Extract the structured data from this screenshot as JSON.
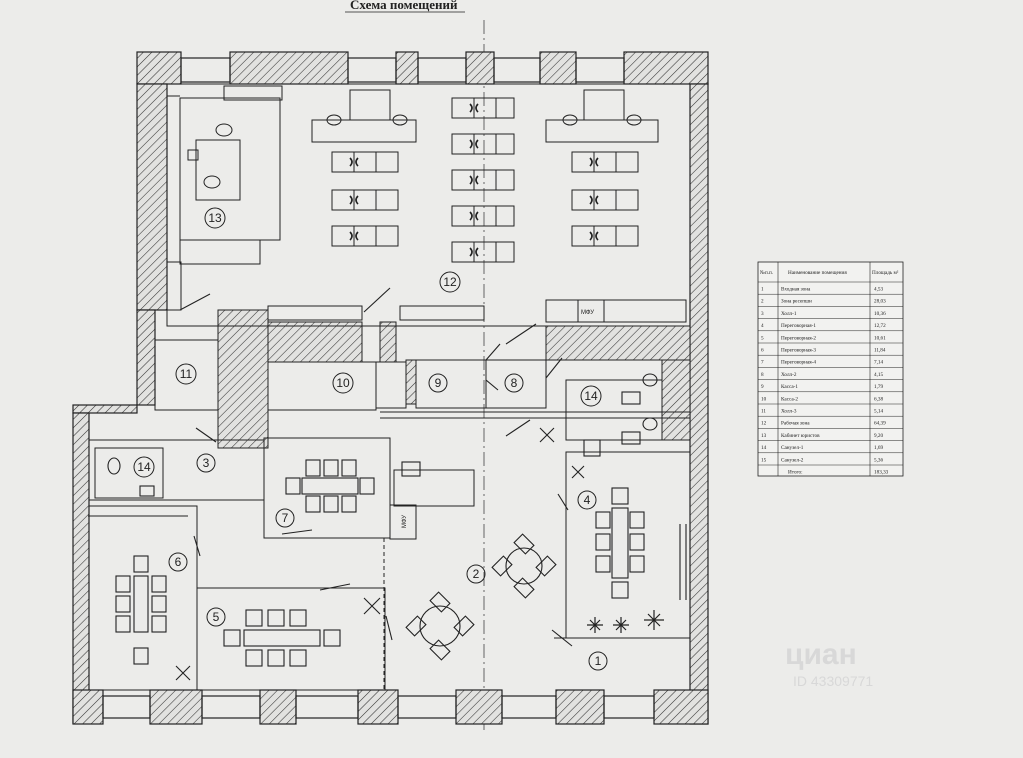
{
  "plan": {
    "title": "Схема помещений",
    "mfu_top": "МФУ",
    "mfu_side": "МФУ",
    "room_numbers": [
      "1",
      "2",
      "3",
      "4",
      "5",
      "6",
      "7",
      "8",
      "9",
      "10",
      "11",
      "12",
      "13",
      "14",
      "14"
    ]
  },
  "legend_table": {
    "headers": {
      "num": "№п.п.",
      "name": "Наименование помещения",
      "area": "Площадь м²"
    },
    "rows": [
      {
        "num": "1",
        "name": "Входная зона",
        "area": "4,53"
      },
      {
        "num": "2",
        "name": "Зона ресепшн",
        "area": "28,03"
      },
      {
        "num": "3",
        "name": "Холл-1",
        "area": "10,36"
      },
      {
        "num": "4",
        "name": "Переговорная-1",
        "area": "12,72"
      },
      {
        "num": "5",
        "name": "Переговорная-2",
        "area": "10,61"
      },
      {
        "num": "6",
        "name": "Переговорная-3",
        "area": "11,84"
      },
      {
        "num": "7",
        "name": "Переговорная-4",
        "area": "7,14"
      },
      {
        "num": "8",
        "name": "Холл-2",
        "area": "4,15"
      },
      {
        "num": "9",
        "name": "Касса-1",
        "area": "1,79"
      },
      {
        "num": "10",
        "name": "Касса-2",
        "area": "6,38"
      },
      {
        "num": "11",
        "name": "Холл-3",
        "area": "5,14"
      },
      {
        "num": "12",
        "name": "Рабочая зона",
        "area": "64,39"
      },
      {
        "num": "13",
        "name": "Кабинет юристов",
        "area": "9,20"
      },
      {
        "num": "14",
        "name": "Санузел-1",
        "area": "1,69"
      },
      {
        "num": "15",
        "name": "Санузел-2",
        "area": "5,36"
      }
    ],
    "total": {
      "name": "Итого:",
      "area": "183,33"
    }
  },
  "watermark": {
    "brand": "циан",
    "id": "ID 43309771"
  }
}
